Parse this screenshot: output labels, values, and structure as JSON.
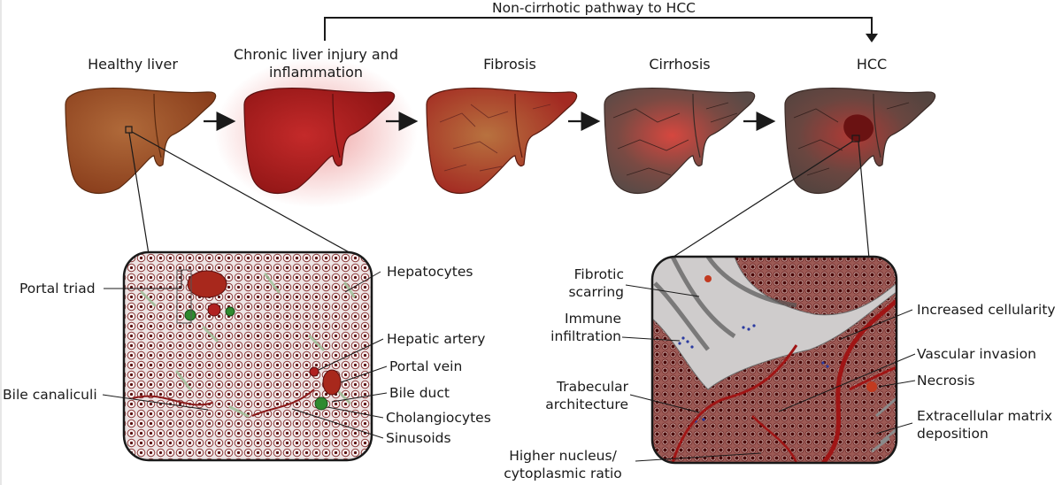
{
  "pathway_label": "Non-cirrhotic pathway to HCC",
  "stages": [
    {
      "label": "Healthy liver",
      "color": "#9a4a22"
    },
    {
      "label": "Chronic liver injury and inflammation",
      "color": "#b01f1f"
    },
    {
      "label": "Fibrosis",
      "color": "#a83a2a"
    },
    {
      "label": "Cirrhosis",
      "color": "#5c4b45"
    },
    {
      "label": "HCC",
      "color": "#5e4843"
    }
  ],
  "healthy_panel": {
    "labels": {
      "portal_triad": "Portal triad",
      "hepatocytes": "Hepatocytes",
      "hepatic_artery": "Hepatic artery",
      "portal_vein": "Portal vein",
      "bile_duct": "Bile duct",
      "cholangiocytes": "Cholangiocytes",
      "sinusoids": "Sinusoids",
      "bile_canaliculi": "Bile canaliculi"
    }
  },
  "hcc_panel": {
    "labels": {
      "fibrotic_scarring": "Fibrotic scarring",
      "immune_infiltration": "Immune infiltration",
      "trabecular_architecture": "Trabecular architecture",
      "higher_nc_ratio": "Higher nucleus/ cytoplasmic ratio",
      "increased_cellularity": "Increased cellularity",
      "vascular_invasion": "Vascular invasion",
      "necrosis": "Necrosis",
      "ecm_deposition": "Extracellular matrix deposition"
    }
  }
}
